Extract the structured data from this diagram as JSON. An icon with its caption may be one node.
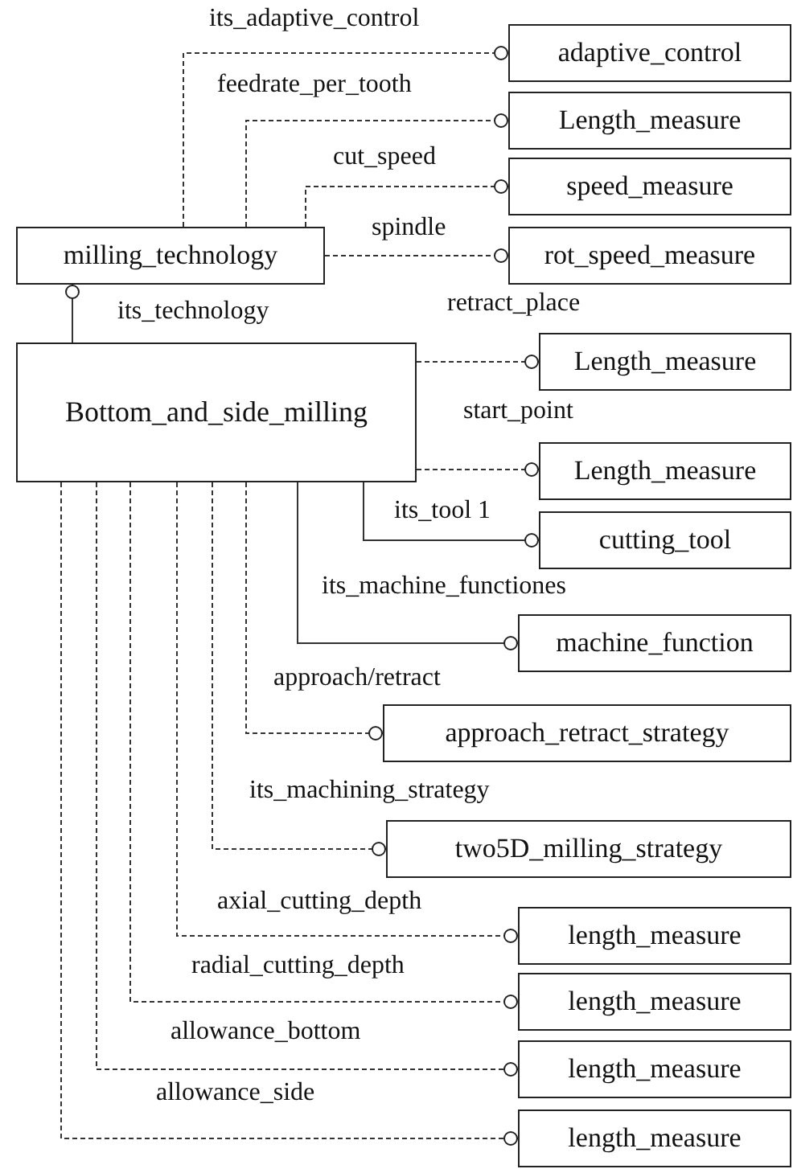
{
  "diagram": {
    "nodes": [
      {
        "text": [
          "adaptive_control"
        ]
      },
      {
        "text": [
          "Length_measure"
        ]
      },
      {
        "text": [
          "speed_measure"
        ]
      },
      {
        "text": [
          "rot_speed_measure"
        ]
      },
      {
        "text": [
          "milling_technology"
        ]
      },
      {
        "text": [
          "Bottom_and_side_milling"
        ]
      },
      {
        "text": [
          "Length_measure"
        ]
      },
      {
        "text": [
          "Length_measure"
        ]
      },
      {
        "text": [
          "cutting_tool"
        ]
      },
      {
        "text": [
          "machine_function"
        ]
      },
      {
        "text": [
          "approach_retract_strategy"
        ]
      },
      {
        "text": [
          "two5D_milling_strategy"
        ]
      },
      {
        "text": [
          "length_measure"
        ]
      },
      {
        "text": [
          "length_measure"
        ]
      },
      {
        "text": [
          "length_measure"
        ]
      },
      {
        "text": [
          "length_measure"
        ]
      }
    ],
    "edges": [
      {
        "from": 4,
        "to": 0,
        "arrow": "other",
        "label": "its_adaptive_control",
        "style": "dashed"
      },
      {
        "from": 4,
        "to": 1,
        "arrow": "other",
        "label": "feedrate_per_tooth",
        "style": "dashed"
      },
      {
        "from": 4,
        "to": 2,
        "arrow": "other",
        "label": "cut_speed",
        "style": "dashed"
      },
      {
        "from": 4,
        "to": 3,
        "arrow": "other",
        "label": "spindle",
        "style": "dashed"
      },
      {
        "from": 5,
        "to": 4,
        "arrow": "other",
        "label": "its_technology"
      },
      {
        "from": 5,
        "to": 6,
        "arrow": "other",
        "label": "retract_place",
        "style": "dashed"
      },
      {
        "from": 5,
        "to": 7,
        "arrow": "other",
        "label": "start_point",
        "style": "dashed"
      },
      {
        "from": 5,
        "to": 8,
        "arrow": "other",
        "label": "its_tool 1"
      },
      {
        "from": 5,
        "to": 9,
        "arrow": "other",
        "label": "its_machine_functiones"
      },
      {
        "from": 5,
        "to": 10,
        "arrow": "other",
        "label": "approach/retract",
        "style": "dashed"
      },
      {
        "from": 5,
        "to": 11,
        "arrow": "other",
        "label": "its_machining_strategy",
        "style": "dashed"
      },
      {
        "from": 5,
        "to": 12,
        "arrow": "other",
        "label": "axial_cutting_depth",
        "style": "dashed"
      },
      {
        "from": 5,
        "to": 13,
        "arrow": "other",
        "label": "radial_cutting_depth",
        "style": "dashed"
      },
      {
        "from": 5,
        "to": 14,
        "arrow": "other",
        "label": "allowance_bottom",
        "style": "dashed"
      },
      {
        "from": 5,
        "to": 15,
        "arrow": "other",
        "label": "allowance_side",
        "style": "dashed"
      }
    ]
  }
}
